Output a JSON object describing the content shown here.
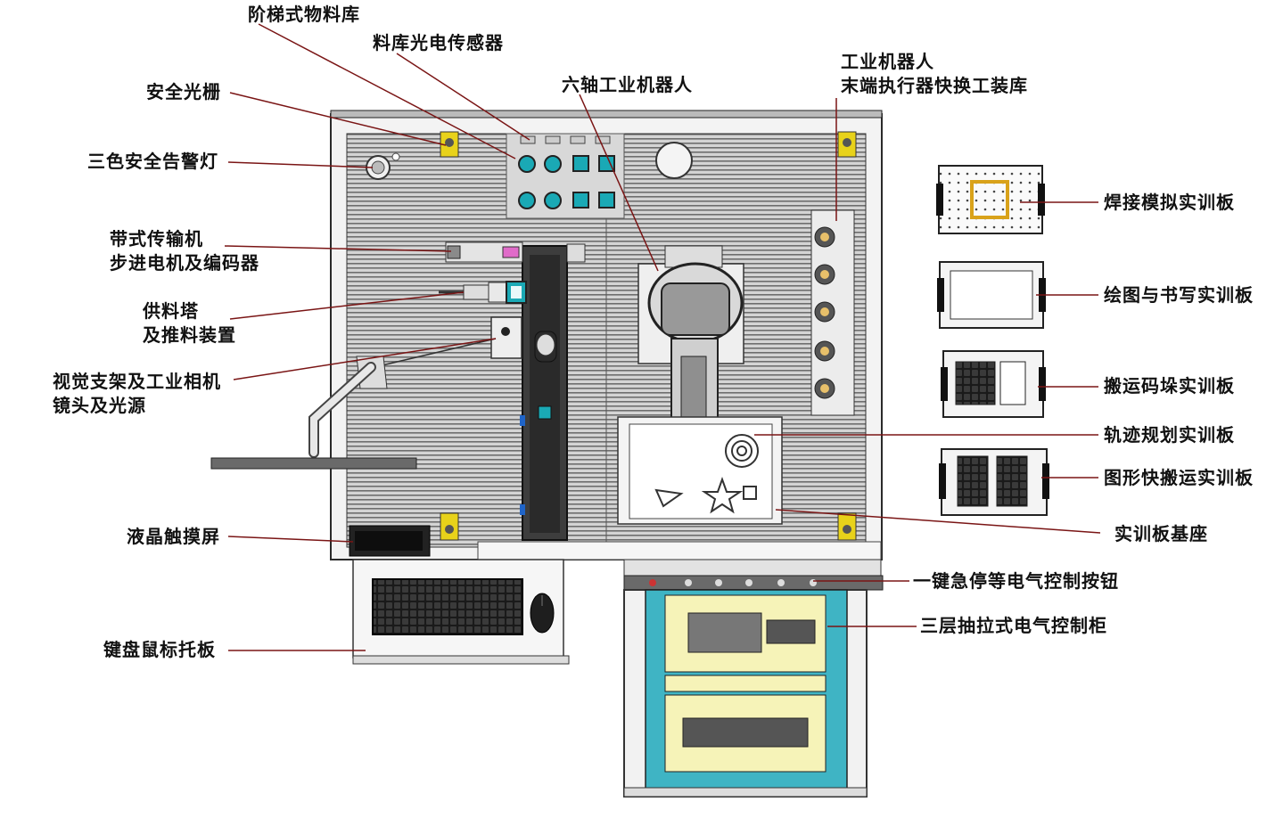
{
  "labels": {
    "ladder_storage": "阶梯式物料库",
    "storage_sensor": "料库光电传感器",
    "safety_grating": "安全光栅",
    "six_axis_robot": "六轴工业机器人",
    "tool_library_line1": "工业机器人",
    "tool_library_line2": "末端执行器快换工装库",
    "warning_light": "三色安全告警灯",
    "conveyor_line1": "带式传输机",
    "conveyor_line2": "步进电机及编码器",
    "feeder_line1": "供料塔",
    "feeder_line2": "及推料装置",
    "vision_line1": "视觉支架及工业相机",
    "vision_line2": "镜头及光源",
    "lcd_touchscreen": "液晶触摸屏",
    "keyboard_tray": "键盘鼠标托板",
    "welding_board": "焊接模拟实训板",
    "drawing_board": "绘图与书写实训板",
    "palletizing_board": "搬运码垛实训板",
    "trajectory_board": "轨迹规划实训板",
    "shape_board": "图形快搬运实训板",
    "board_base": "实训板基座",
    "estop_buttons": "一键急停等电气控制按钮",
    "control_cabinet": "三层抽拉式电气控制柜"
  },
  "colors": {
    "leader_line": "#7a1515",
    "cabinet_teal": "#3fb4c4",
    "cabinet_yellow": "#f6f3b8",
    "storage_teal": "#1aa9b5",
    "panel_fill": "#d7d7d7",
    "plate_fill": "#6a6a6a",
    "bracket_yellow": "#e8d21a"
  }
}
